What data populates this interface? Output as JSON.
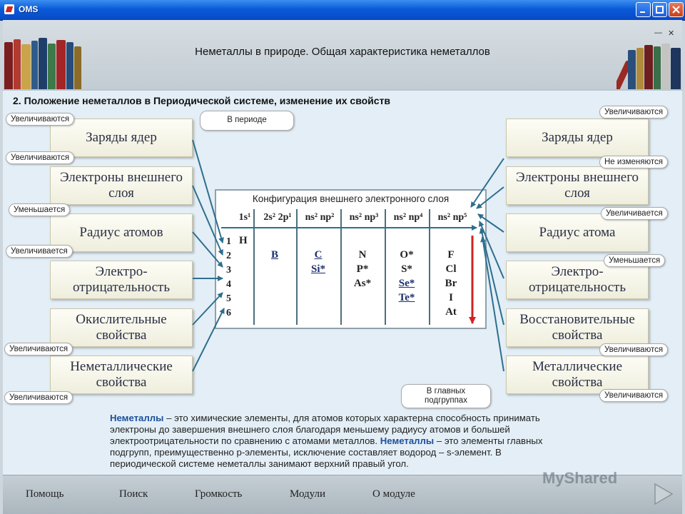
{
  "window": {
    "title": "OMS"
  },
  "header": {
    "title": "Неметаллы в природе. Общая характеристика неметаллов",
    "inner_min": "—",
    "inner_close": "✕"
  },
  "section": {
    "title": "2. Положение неметаллов в Периодической системе, изменение их свойств"
  },
  "period_callout": "В периоде",
  "groups_callout": "В главных подгруппах",
  "left_boxes": [
    {
      "label": "Заряды ядер",
      "tag": "Увеличиваются"
    },
    {
      "label": "Электроны внешнего слоя",
      "tag": "Увеличиваются"
    },
    {
      "label": "Радиус атомов",
      "tag": "Уменьшается"
    },
    {
      "label": "Электро-отрицательность",
      "tag": "Увеличивается"
    },
    {
      "label": "Окислительные свойства",
      "tag": "Увеличиваются"
    },
    {
      "label": "Неметаллические свойства",
      "tag": "Увеличиваются"
    }
  ],
  "right_boxes": [
    {
      "label": "Заряды ядер",
      "tag": "Увеличиваются"
    },
    {
      "label": "Электроны внешнего слоя",
      "tag": "Не изменяются"
    },
    {
      "label": "Радиус атома",
      "tag": "Увеличивается"
    },
    {
      "label": "Электро-отрицательность",
      "tag": "Уменьшается"
    },
    {
      "label": "Восстановительные свойства",
      "tag": "Увеличиваются"
    },
    {
      "label": "Металлические свойства",
      "tag": "Увеличиваются"
    }
  ],
  "config_table": {
    "title": "Конфигурация внешнего электронного слоя",
    "columns": [
      "1s¹",
      "2s² 2p¹",
      "ns² np²",
      "ns² np³",
      "ns² np⁴",
      "ns² np⁵"
    ],
    "rows": [
      "1",
      "2",
      "3",
      "4",
      "5",
      "6"
    ],
    "elements": {
      "H": "H",
      "col2": [
        "B"
      ],
      "col3": [
        "C",
        "Si*"
      ],
      "col4": [
        "N",
        "P*",
        "As*"
      ],
      "col5": [
        "O*",
        "S*",
        "Se*",
        "Te*"
      ],
      "col6": [
        "F",
        "Cl",
        "Br",
        "I",
        "At"
      ]
    }
  },
  "definition": {
    "kw1": "Неметаллы",
    "part1": " – это химические элементы, для атомов которых характерна способность принимать электроны до завершения внешнего слоя благодаря меньшему радиусу атомов и большей электроотрицательности по сравнению с атомами металлов. ",
    "kw2": "Неметаллы",
    "part2": " – это элементы главных подгрупп, преимущественно p-элементы, исключение составляет водород – s-элемент. В периодической системе неметаллы занимают верхний правый угол."
  },
  "nav": {
    "help": "Помощь",
    "search": "Поиск",
    "volume": "Громкость",
    "modules": "Модули",
    "about": "О модуле"
  },
  "watermark": "MyShared",
  "colors": {
    "arrow": "#2e6e8e",
    "red_arrow": "#d0231e",
    "keyword": "#1d4f9a"
  }
}
